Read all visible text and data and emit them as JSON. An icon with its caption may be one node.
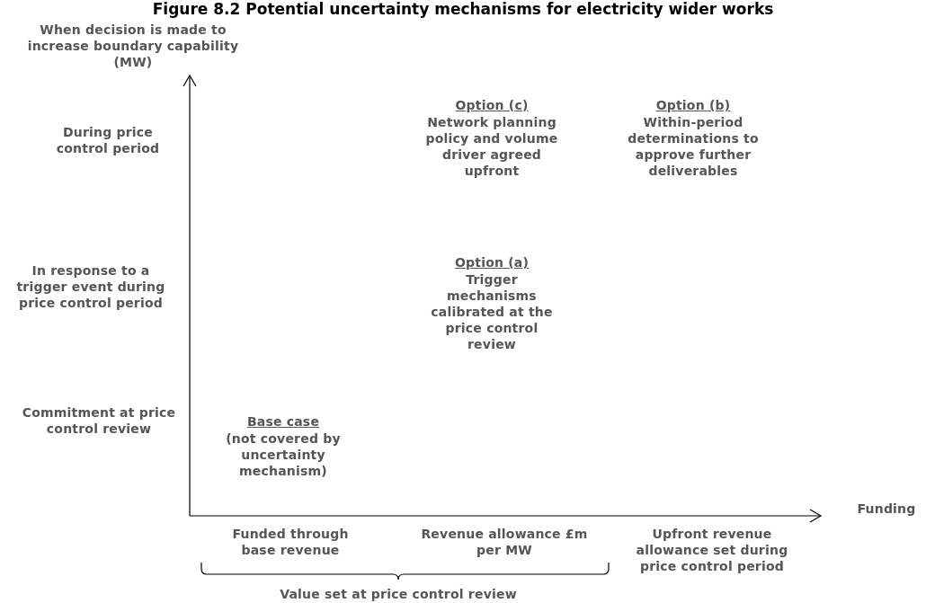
{
  "diagram": {
    "title": "Figure 8.2 Potential uncertainty mechanisms for electricity wider works",
    "labels": [
      "When decision is made to increase boundary capability (MW)",
      "During price control period",
      "Option (c)",
      "Network planning policy and volume driver agreed upfront",
      "Option (b)",
      "Within-period determinations to approve further deliverables",
      "In response to a trigger event during price control period",
      "Option (a)",
      "Trigger mechanisms calibrated at the price control review",
      "Commitment at price control review",
      "Base case",
      "(not covered by uncertainty mechanism)",
      "Funding",
      "Funded through base revenue",
      "Revenue allowance £m per MW",
      "Upfront revenue allowance set during price control period",
      "Value set at price control review"
    ]
  }
}
